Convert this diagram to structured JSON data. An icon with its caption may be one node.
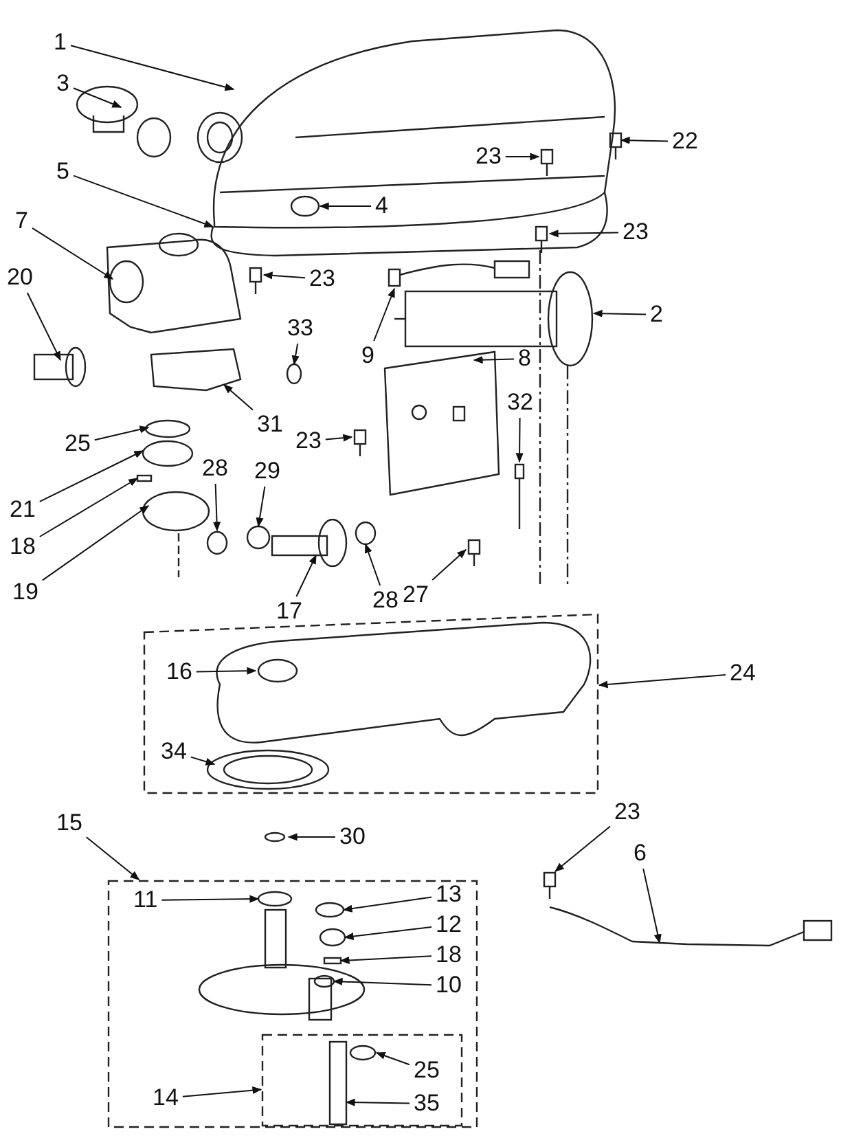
{
  "diagram": {
    "nodes": [
      {
        "text": [
          "1"
        ]
      },
      {
        "text": [
          "3"
        ]
      },
      {
        "text": [
          "5"
        ]
      },
      {
        "text": [
          "4"
        ]
      },
      {
        "text": [
          "22"
        ]
      },
      {
        "text": [
          "23"
        ]
      },
      {
        "text": [
          "23"
        ]
      },
      {
        "text": [
          "7"
        ]
      },
      {
        "text": [
          "23"
        ]
      },
      {
        "text": [
          "20"
        ]
      },
      {
        "text": [
          "33"
        ]
      },
      {
        "text": [
          "9"
        ]
      },
      {
        "text": [
          "2"
        ]
      },
      {
        "text": [
          "31"
        ]
      },
      {
        "text": [
          "23"
        ]
      },
      {
        "text": [
          "8"
        ]
      },
      {
        "text": [
          "32"
        ]
      },
      {
        "text": [
          "25"
        ]
      },
      {
        "text": [
          "21"
        ]
      },
      {
        "text": [
          "18"
        ]
      },
      {
        "text": [
          "28"
        ]
      },
      {
        "text": [
          "29"
        ]
      },
      {
        "text": [
          "17"
        ]
      },
      {
        "text": [
          "28"
        ]
      },
      {
        "text": [
          "27"
        ]
      },
      {
        "text": [
          "19"
        ]
      },
      {
        "text": [],
        "shape": "box"
      },
      {
        "text": [
          "24"
        ]
      },
      {
        "text": [
          "16"
        ],
        "in": 26
      },
      {
        "text": [
          "34"
        ],
        "in": 26
      },
      {
        "text": [
          "15"
        ]
      },
      {
        "text": [
          "30"
        ]
      },
      {
        "text": [],
        "shape": "box"
      },
      {
        "text": [
          "11"
        ],
        "in": 32
      },
      {
        "text": [
          "13"
        ],
        "in": 32
      },
      {
        "text": [
          "12"
        ],
        "in": 32
      },
      {
        "text": [
          "18"
        ],
        "in": 32
      },
      {
        "text": [
          "10"
        ],
        "in": 32
      },
      {
        "text": [
          "23"
        ]
      },
      {
        "text": [
          "6"
        ]
      },
      {
        "text": [],
        "shape": "box",
        "in": 32
      },
      {
        "text": [
          "25"
        ],
        "in": 40
      },
      {
        "text": [
          "35"
        ],
        "in": 40
      },
      {
        "text": [
          "14"
        ],
        "in": 32
      }
    ],
    "edges": [
      {
        "from": 0,
        "to": null,
        "arrow": "to"
      },
      {
        "from": 1,
        "to": null,
        "arrow": "to"
      },
      {
        "from": 2,
        "to": null,
        "arrow": "to"
      },
      {
        "from": 3,
        "to": null,
        "arrow": "to"
      },
      {
        "from": 4,
        "to": null,
        "arrow": "to"
      },
      {
        "from": 5,
        "to": null,
        "arrow": "to"
      },
      {
        "from": 6,
        "to": null,
        "arrow": "to"
      },
      {
        "from": 7,
        "to": null,
        "arrow": "to"
      },
      {
        "from": 8,
        "to": null,
        "arrow": "to"
      },
      {
        "from": 9,
        "to": null,
        "arrow": "to"
      },
      {
        "from": 10,
        "to": null,
        "arrow": "to"
      },
      {
        "from": 11,
        "to": null,
        "arrow": "to"
      },
      {
        "from": 12,
        "to": null,
        "arrow": "to"
      },
      {
        "from": 13,
        "to": null,
        "arrow": "to"
      },
      {
        "from": 14,
        "to": null,
        "arrow": "to"
      },
      {
        "from": 15,
        "to": null,
        "arrow": "to"
      },
      {
        "from": 16,
        "to": null,
        "arrow": "to"
      },
      {
        "from": 17,
        "to": null,
        "arrow": "to"
      },
      {
        "from": 18,
        "to": null,
        "arrow": "to"
      },
      {
        "from": 19,
        "to": null,
        "arrow": "to"
      },
      {
        "from": 20,
        "to": null,
        "arrow": "to"
      },
      {
        "from": 21,
        "to": null,
        "arrow": "to"
      },
      {
        "from": 22,
        "to": null,
        "arrow": "to"
      },
      {
        "from": 23,
        "to": null,
        "arrow": "to"
      },
      {
        "from": 24,
        "to": null,
        "arrow": "to"
      },
      {
        "from": 25,
        "to": null,
        "arrow": "to"
      },
      {
        "from": 27,
        "to": 26,
        "arrow": "to"
      },
      {
        "from": 28,
        "to": null,
        "arrow": "to"
      },
      {
        "from": 29,
        "to": null,
        "arrow": "to"
      },
      {
        "from": 30,
        "to": 32,
        "arrow": "to"
      },
      {
        "from": 31,
        "to": null,
        "arrow": "to"
      },
      {
        "from": 33,
        "to": null,
        "arrow": "to"
      },
      {
        "from": 34,
        "to": null,
        "arrow": "to"
      },
      {
        "from": 35,
        "to": null,
        "arrow": "to"
      },
      {
        "from": 36,
        "to": null,
        "arrow": "to"
      },
      {
        "from": 37,
        "to": null,
        "arrow": "to"
      },
      {
        "from": 38,
        "to": null,
        "arrow": "to"
      },
      {
        "from": 39,
        "to": null,
        "arrow": "to"
      },
      {
        "from": 41,
        "to": null,
        "arrow": "to"
      },
      {
        "from": 42,
        "to": null,
        "arrow": "to"
      },
      {
        "from": 43,
        "to": 40,
        "arrow": "to"
      }
    ]
  }
}
